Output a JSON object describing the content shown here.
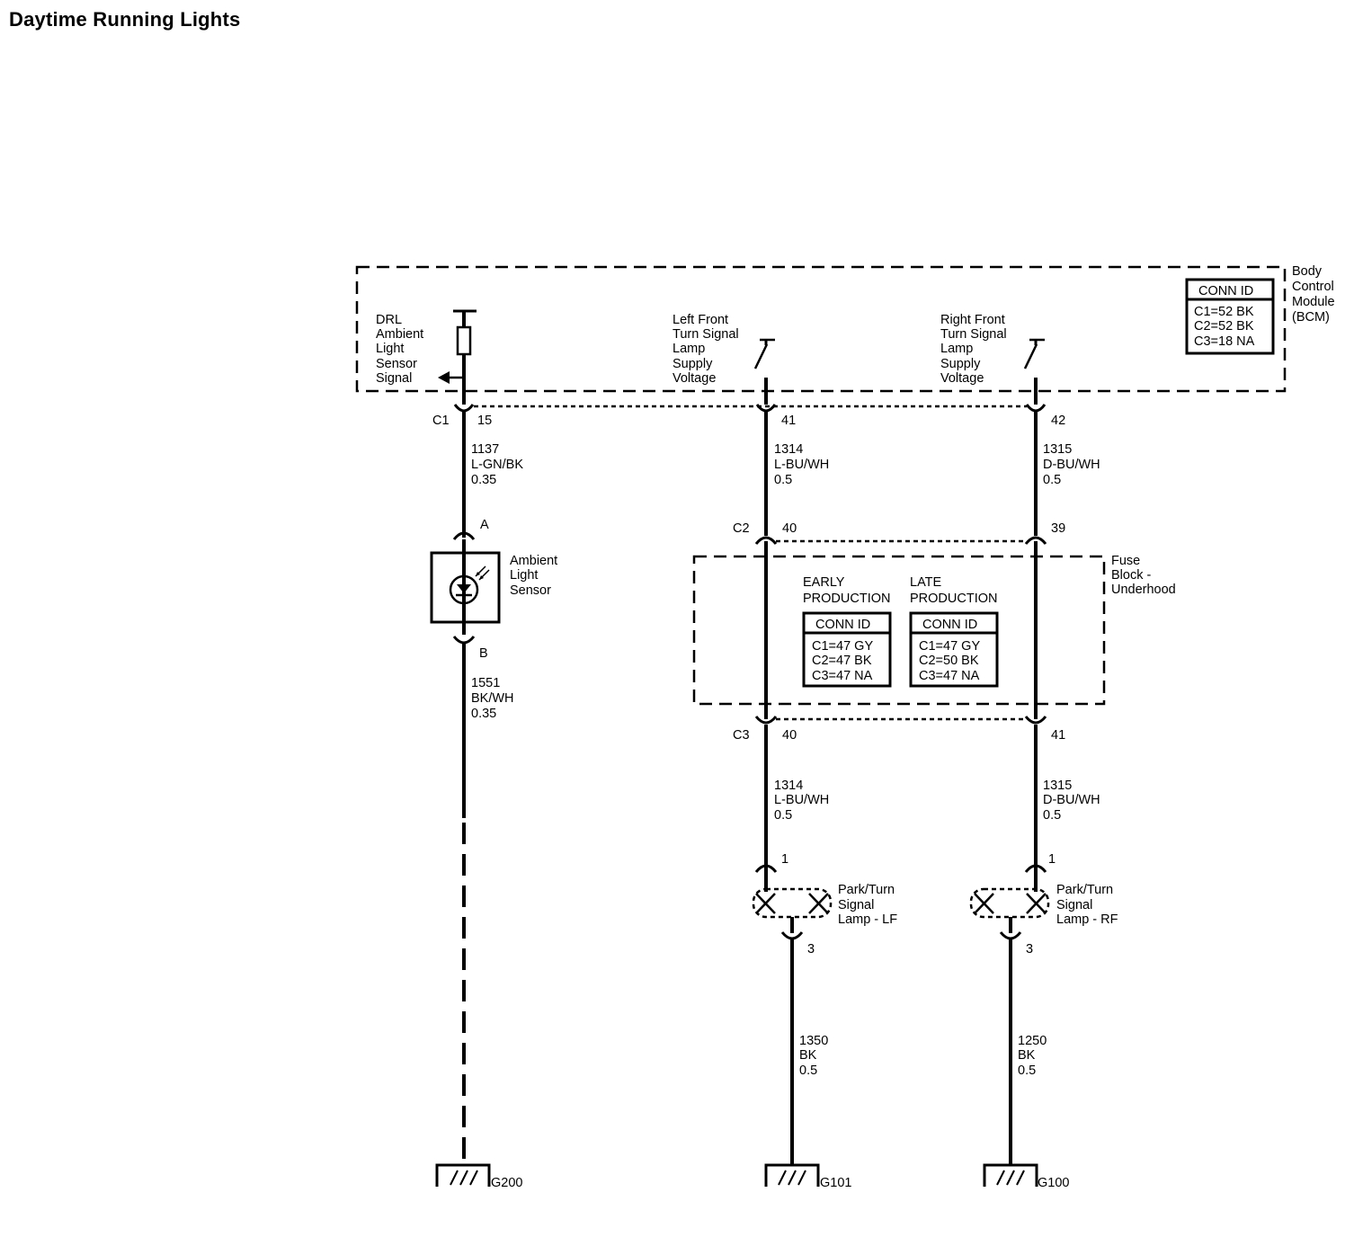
{
  "title": "Daytime Running Lights",
  "bcm": {
    "label": [
      "Body",
      "Control",
      "Module",
      "(BCM)"
    ],
    "conn_id_header": "CONN ID",
    "conn_ids": [
      "C1=52 BK",
      "C2=52 BK",
      "C3=18 NA"
    ],
    "signal_drl": [
      "DRL",
      "Ambient",
      "Light",
      "Sensor",
      "Signal"
    ],
    "signal_lf": [
      "Left Front",
      "Turn Signal",
      "Lamp",
      "Supply",
      "Voltage"
    ],
    "signal_rf": [
      "Right Front",
      "Turn Signal",
      "Lamp",
      "Supply",
      "Voltage"
    ],
    "connector": "C1",
    "pins": [
      "15",
      "41",
      "42"
    ]
  },
  "wires": {
    "w1137": [
      "1137",
      "L-GN/BK",
      "0.35"
    ],
    "w1551": [
      "1551",
      "BK/WH",
      "0.35"
    ],
    "w1314_top": [
      "1314",
      "L-BU/WH",
      "0.5"
    ],
    "w1315_top": [
      "1315",
      "D-BU/WH",
      "0.5"
    ],
    "w1314_bot": [
      "1314",
      "L-BU/WH",
      "0.5"
    ],
    "w1315_bot": [
      "1315",
      "D-BU/WH",
      "0.5"
    ],
    "w1350": [
      "1350",
      "BK",
      "0.5"
    ],
    "w1250": [
      "1250",
      "BK",
      "0.5"
    ]
  },
  "sensor": {
    "label": [
      "Ambient",
      "Light",
      "Sensor"
    ],
    "pin_a": "A",
    "pin_b": "B"
  },
  "fuse_block": {
    "label": [
      "Fuse",
      "Block -",
      "Underhood"
    ],
    "early_header": [
      "EARLY",
      "PRODUCTION"
    ],
    "late_header": [
      "LATE",
      "PRODUCTION"
    ],
    "conn_id_header": "CONN ID",
    "early_ids": [
      "C1=47 GY",
      "C2=47 BK",
      "C3=47 NA"
    ],
    "late_ids": [
      "C1=47 GY",
      "C2=50 BK",
      "C3=47 NA"
    ],
    "c2": "C2",
    "c2_pins": [
      "40",
      "39"
    ],
    "c3": "C3",
    "c3_pins": [
      "40",
      "41"
    ]
  },
  "lamps": {
    "lf": {
      "label": [
        "Park/Turn",
        "Signal",
        "Lamp - LF"
      ],
      "pin_top": "1",
      "pin_bot": "3"
    },
    "rf": {
      "label": [
        "Park/Turn",
        "Signal",
        "Lamp - RF"
      ],
      "pin_top": "1",
      "pin_bot": "3"
    }
  },
  "grounds": [
    "G200",
    "G101",
    "G100"
  ]
}
